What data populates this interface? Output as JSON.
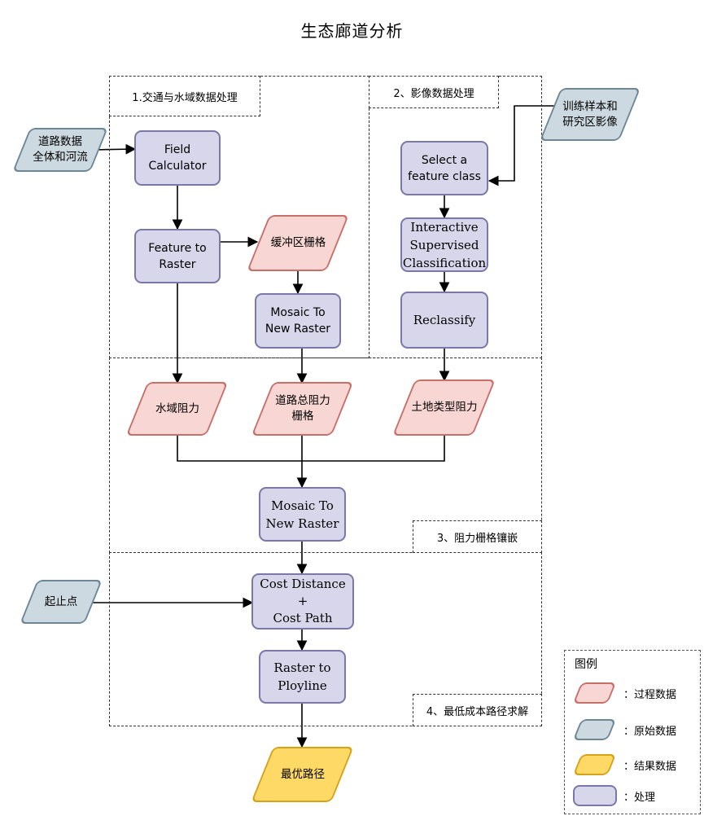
{
  "title": "生态廊道分析",
  "sections": {
    "s1": "1.交通与水域数据处理",
    "s2": "2、影像数据处理",
    "s3": "3、阻力栅格镶嵌",
    "s4": "4、最低成本路径求解"
  },
  "nodes": {
    "road_river": "道路数据\n全体和河流",
    "field_calc": "Field\nCalculator",
    "feature_raster": "Feature to\nRaster",
    "buffer_raster": "缓冲区栅格",
    "mosaic1": "Mosaic To\nNew Raster",
    "train_sample": "训练样本和\n研究区影像",
    "select_feature": "Select a\nfeature class",
    "isc": "Interactive\nSupervised\nClassification",
    "reclassify": "Reclassify",
    "water_resist": "水域阻力",
    "road_resist": "道路总阻力\n栅格",
    "land_resist": "土地类型阻力",
    "mosaic2": "Mosaic To\nNew Raster",
    "start_end": "起止点",
    "cost": "Cost Distance\n+\nCost Path",
    "raster_polyline": "Raster to\nPloyline",
    "optimal_path": "最优路径"
  },
  "legend": {
    "title": "图例",
    "process_data": "：过程数据",
    "raw_data": "：原始数据",
    "result_data": "：结果数据",
    "process": "：处理"
  },
  "colors": {
    "process_fill": "#d8d6ea",
    "process_data_fill": "#f8d6d3",
    "raw_data_fill": "#cdd9e0",
    "result_data_fill": "#ffd966"
  }
}
